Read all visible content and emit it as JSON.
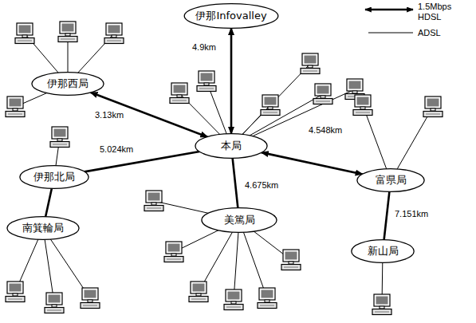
{
  "diagram": {
    "nodes": [
      {
        "text": [
          "伊那Infovalley"
        ]
      },
      {
        "text": [
          "伊那西局"
        ]
      },
      {
        "text": [
          "本局"
        ]
      },
      {
        "text": [
          "伊那北局"
        ]
      },
      {
        "text": [
          "富県局"
        ]
      },
      {
        "text": [
          "美篤局"
        ]
      },
      {
        "text": [
          "南箕輪局"
        ]
      },
      {
        "text": [
          "新山局"
        ]
      }
    ],
    "edges": [
      {
        "from": 2,
        "to": 0,
        "arrow": "both",
        "label": "4.9km"
      },
      {
        "from": 1,
        "to": 2,
        "arrow": "both",
        "label": "3.13km"
      },
      {
        "from": 3,
        "to": 2,
        "arrow": "none",
        "label": "5.024km"
      },
      {
        "from": 2,
        "to": 5,
        "arrow": "none",
        "label": "4.675km"
      },
      {
        "from": 2,
        "to": 4,
        "arrow": "both",
        "label": "4.548km"
      },
      {
        "from": 4,
        "to": 7,
        "arrow": "none",
        "label": "7.151km"
      },
      {
        "from": 6,
        "to": 3,
        "arrow": "none"
      }
    ],
    "legend": [
      {
        "text": "1.5Mbps HDSL"
      },
      {
        "text": "ADSL"
      }
    ]
  }
}
